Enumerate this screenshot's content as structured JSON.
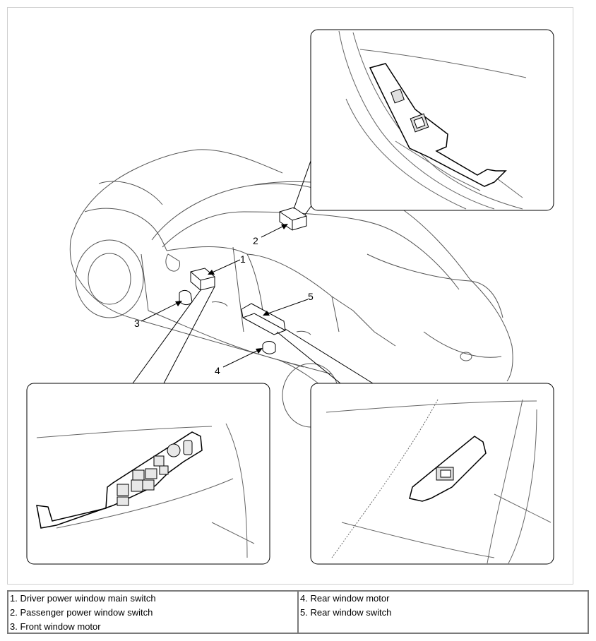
{
  "callouts": {
    "c1": "1",
    "c2": "2",
    "c3": "3",
    "c4": "4",
    "c5": "5"
  },
  "legend": {
    "left": [
      "1. Driver power window main switch",
      "2. Passenger power window switch",
      "3. Front window motor"
    ],
    "right": [
      "4. Rear window motor",
      "5. Rear window switch"
    ]
  },
  "colors": {
    "line": "#000000",
    "frame": "#cfcfcf",
    "legend_border": "#7a7a7a"
  }
}
